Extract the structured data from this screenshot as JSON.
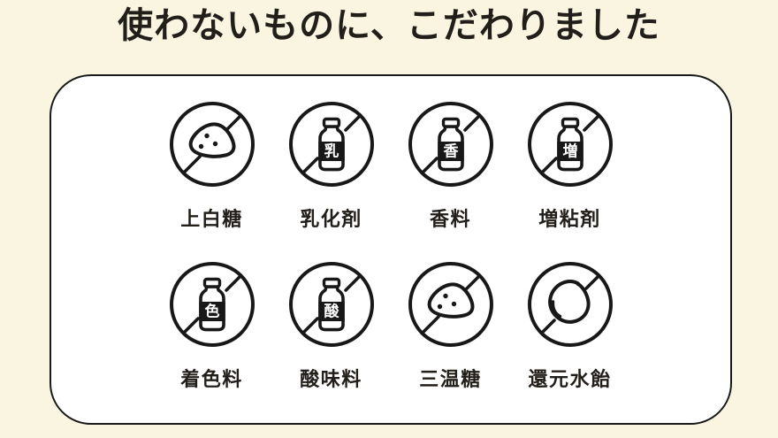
{
  "title": "使わないものに、こだわりました",
  "colors": {
    "background": "#f9f5e1",
    "panel_background": "#ffffff",
    "line_ink": "#181818",
    "text_ink": "#221e1a"
  },
  "panel": {
    "items": [
      {
        "label": "上白糖",
        "icon": "sugar-pile-icon",
        "badge": ""
      },
      {
        "label": "乳化剤",
        "icon": "bottle-icon",
        "badge": "乳"
      },
      {
        "label": "香料",
        "icon": "bottle-icon",
        "badge": "香"
      },
      {
        "label": "増粘剤",
        "icon": "bottle-icon",
        "badge": "増"
      },
      {
        "label": "着色料",
        "icon": "bottle-icon",
        "badge": "色"
      },
      {
        "label": "酸味料",
        "icon": "bottle-icon",
        "badge": "酸"
      },
      {
        "label": "三温糖",
        "icon": "sugar-pile-icon",
        "badge": ""
      },
      {
        "label": "還元水飴",
        "icon": "water-drop-icon",
        "badge": ""
      }
    ]
  }
}
